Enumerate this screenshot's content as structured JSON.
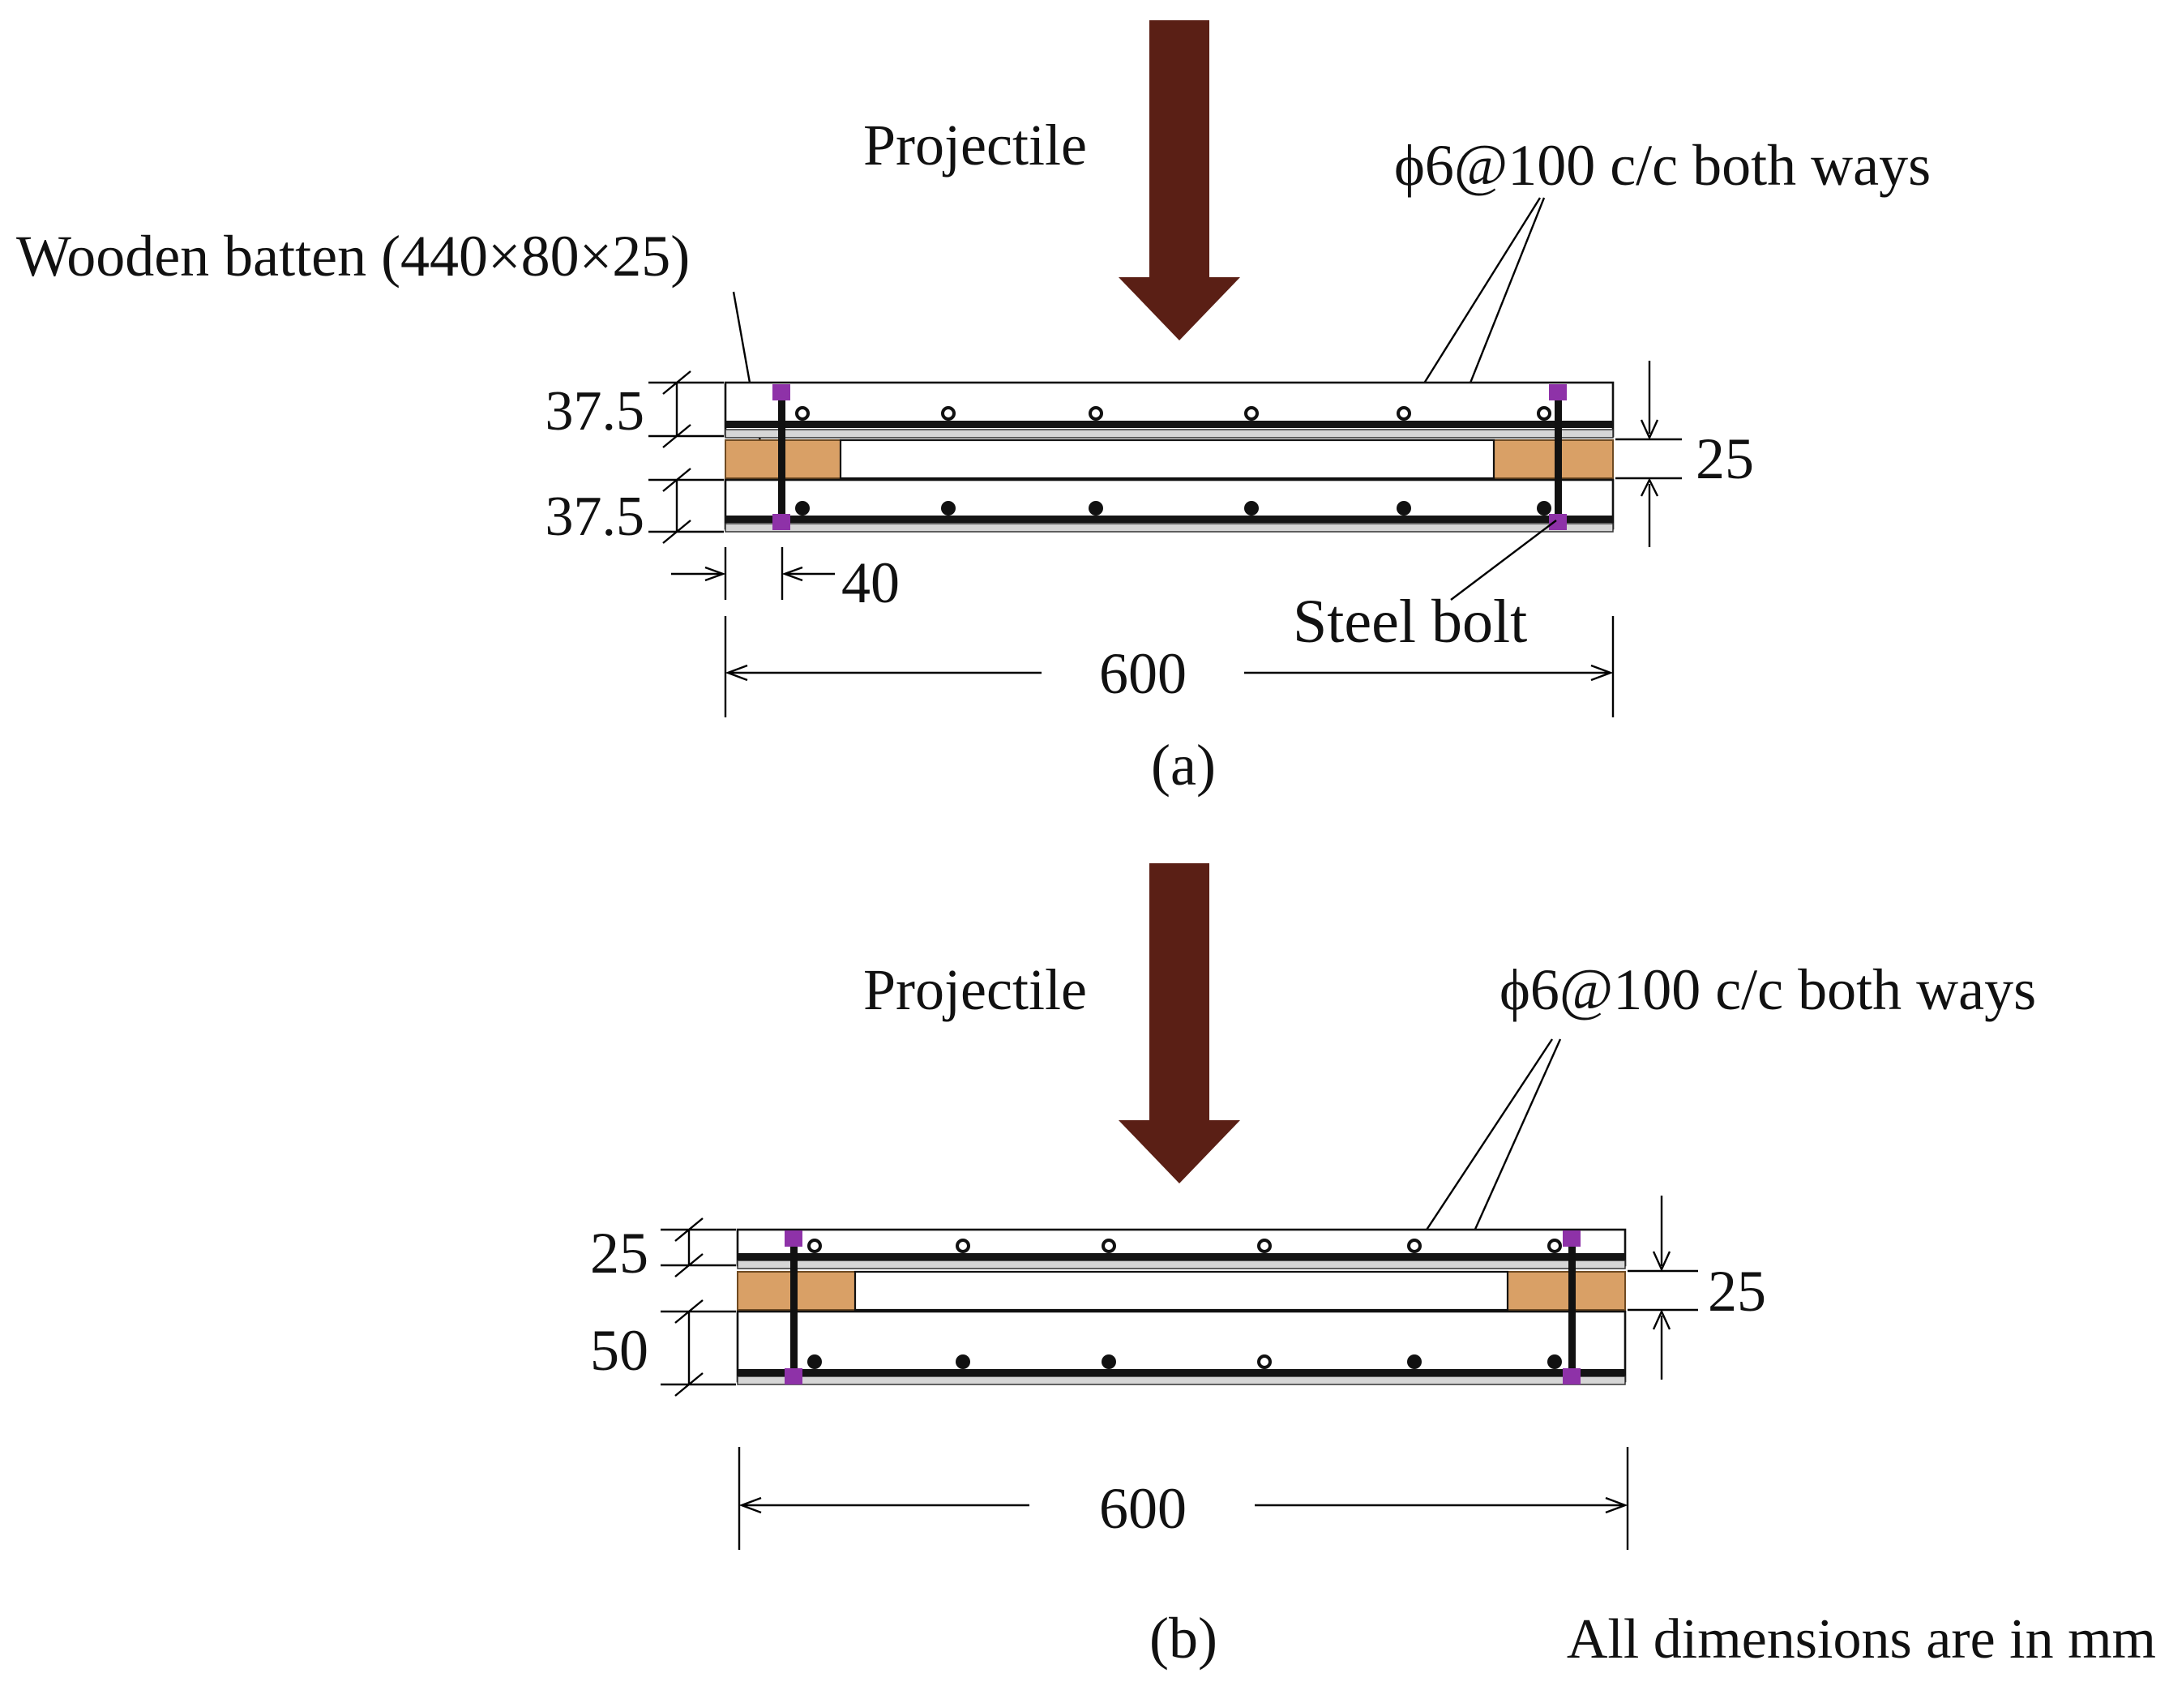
{
  "diagram_a": {
    "projectile_label": "Projectile",
    "rebar_label": "ϕ6@100 c/c both ways",
    "batten_label": "Wooden batten (440×80×25)",
    "top_thickness": "37.5",
    "bottom_thickness": "37.5",
    "gap": "25",
    "bolt_edge_distance": "40",
    "bolt_label": "Steel bolt",
    "width": "600",
    "caption": "(a)"
  },
  "diagram_b": {
    "projectile_label": "Projectile",
    "rebar_label": "ϕ6@100 c/c both ways",
    "top_thickness": "25",
    "bottom_thickness": "50",
    "gap": "25",
    "width": "600",
    "caption": "(b)"
  },
  "note": "All dimensions are in mm",
  "colors": {
    "projectile_arrow": "#5a1f15",
    "wooden_batten": "#d9a066",
    "steel_bolt_head": "#8e32a8"
  }
}
